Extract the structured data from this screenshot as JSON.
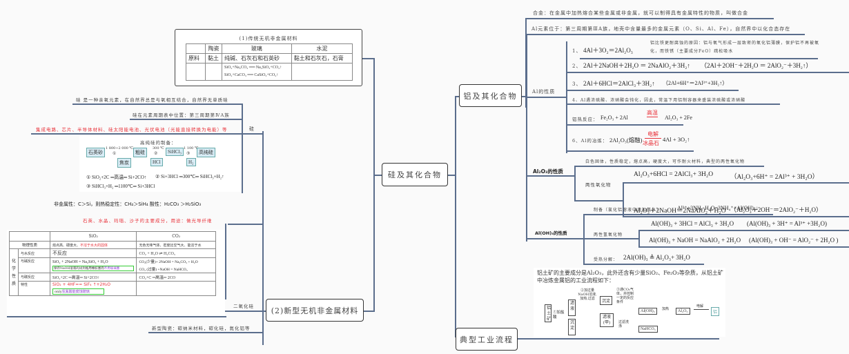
{
  "center_nodes": {
    "silicon": "硅及其化合物",
    "aluminum": "铝及其化合物",
    "new_materials": "(2)新型无机非金属材料",
    "industrial": "典型工业流程"
  },
  "traditional_materials": {
    "title": "(1)传统无机非金属材料",
    "headers": [
      "",
      "陶瓷",
      "玻璃",
      "水泥"
    ],
    "raw_row": [
      "原料",
      "黏土",
      "纯碱、石灰石和石英砂",
      "黏土和石灰石，石膏"
    ],
    "glass_eq1": "SiO₂+Na₂CO₃ ══ Na₂SiO₃+CO₂↑",
    "glass_eq2": "SiO₂+CaCO₃ ══ CaSiO₃+CO₂↑",
    "eq_condition": "高温"
  },
  "silicon": {
    "label": "硅",
    "fact1": "硅 是一种亲氧元素，在自然界总是与氧相互结合，自然界无单质硅",
    "fact2": "硅在元素周期表中位置：第三周期第ⅣA族",
    "uses": "集成电路、芯片、半导体材料、硅太阳能电池、光伏电池（光能直接转换为电能）等",
    "prep_title": "高纯硅的制备：",
    "flow": {
      "quartz": "石英砂",
      "step1_temp": "1 800~2 000 ℃",
      "step1_num": "①",
      "coke": "焦炭",
      "crude_si": "粗硅",
      "step2_temp": "300 ℃",
      "step2_num": "②",
      "hcl": "HCl",
      "sihcl3": "SiHCl₃",
      "step3_temp": "1 100 ℃",
      "step3_num": "③",
      "h2": "H₂",
      "pure_si": "高纯硅"
    },
    "eq1": "① SiO₂+2C ═高温═ Si+2CO↑",
    "eq2": "② Si+3HCl ═300℃═ SiHCl₃+H₂↑",
    "eq3": "③ SiHCl₃+H₂ ═1100℃═ Si+3HCl",
    "nonmetal": "非金属性：C＞Si，则热稳定性：CH₄＞SiH₄  酸性：H₂CO₃ ＞H₂SiO₃"
  },
  "silica": {
    "label": "二氧化硅",
    "note": "石英、水晶、玛瑙、沙子的主要成分，用途：做光导纤维",
    "table": {
      "col_sio2": "SiO₂",
      "col_co2": "CO₂",
      "phys_label": "物理性质",
      "phys_sio2_a": "熔点高、硬度大、",
      "phys_sio2_b": "不溶于水大的固体",
      "phys_co2": "无色无味气体、密度比空气大、能溶于水",
      "chem_label": "化学性质",
      "water_label": "与水反应",
      "water_sio2": "不反应",
      "water_co2": "CO₂ + H₂O ⇌ H₂CO₃",
      "base_label": "与碱反应",
      "base_sio2": "SiO₂ + 2NaOH = Na₂SiO₃ + H₂O",
      "base_note_a": "保存NaOH溶液的试剂瓶用橡胶塞而",
      "base_note_b": "不用玻璃塞",
      "base_co2_1": "CO₂(少量)+ 2NaOH = Na₂CO₃ + H₂O",
      "base_co2_2": "CO₂ (过量) +NaOH = NaHCO₃",
      "carbon_label": "与碳反应",
      "carbon_sio2": "SiO₂+2C ═高温═ Si+2CO↑",
      "carbon_co2": "CO₂+C ═高温═ 2CO",
      "special_label": "特性",
      "special_sio2": "SiO₂ + 4HF== SiF₄ ↑+2H₂O",
      "special_note_a": "only",
      "special_note_b": "氢氟酸能腐蚀玻璃"
    }
  },
  "new_ceramics": "新型陶瓷：碳纳米材料，碳化硅，氮化铝等",
  "aluminum": {
    "alloy": "合金：在金属中加热熔合某些金属或非金属，就可以制得具有金属特性的物质，叫做合金",
    "position": "Al元素位于：第三周期第ⅢA族，地壳中含量最多的金属元素（O、Si、Al、Fe），自然界中以化合态存在",
    "properties_label": "Al的性质",
    "p1_num": "1、",
    "p1_eq": "4Al＋3O₂＝2Al₂O₃",
    "p1_note": "铝比铁更耐腐蚀的原因：铝与氧气形成一层致密的氧化铝薄膜，保护铝不再被氧化，而铁锈（主要成分FeO）疏松吸水",
    "p2_num": "2、",
    "p2_eq": "2Al＋2NaOH＋2H₂O ＝ 2NaAlO₂＋3H₂↑",
    "p2_ion": "（2Al＋2OH⁻＋2H₂O ＝ 2AlO₂⁻＋3H₂↑）",
    "p3_num": "3、",
    "p3_eq": "2Al＋6HCl＝2AlCl₃＋3H₂↑",
    "p3_ion": "（2Al+6H⁺＝2Al³⁺+3H₂↑）",
    "p4": "4、Al遇浓硫酸、浓硝酸会钝化，因此，常温下用铝制容器来盛装浓硫酸或浓硝酸",
    "thermite_label": "铝热反应：",
    "thermite_eq_a": "Fe₂O₃ + 2Al",
    "thermite_cond": "高温",
    "thermite_eq_b": "Al₂O₃ + 2Fe",
    "smelt_label": "6、Al的冶炼：",
    "smelt_eq_a": "2Al₂O₃(熔融)",
    "smelt_cond_top": "电解",
    "smelt_cond_bottom": "冰晶石",
    "smelt_eq_b": "4Al + 3O₂↑"
  },
  "alumina": {
    "label": "Al₂O₃的性质",
    "desc": "白色固体，性质稳定，熔点高，硬度大，可作耐火材料，典型的两性氧化物",
    "amph_label": "两性氧化物",
    "eq1": "Al₂O₃+6HCl = 2AlCl₃+ 3H₂O",
    "eq1_ion": "（Al₂O₃+6H⁺ = 2Al³⁺ + 3H₂O）",
    "eq2": "Al₂O₃＋2NaOH＝2NaAlO₂＋H₂O",
    "eq2_ion": "（Al₂O₃＋2OH⁻＝2AlO₂⁻＋H₂O）"
  },
  "aloh3": {
    "label": "Al(OH)₃的性质",
    "prep_label": "制备（氯化铝溶液中滴加氨水）：",
    "prep_eq": "Al³⁺+3NH₃·H₂O=3NH₄⁺+Al(OH)₃↓",
    "amph_label": "两性氢氧化物",
    "eq1": "Al(OH)₃ + 3HCl = AlCl₃ + 3H₂O",
    "eq1_ion": "(Al(OH)₃ + 3H⁺ = Al³⁺ +3H₂O)",
    "eq2": "Al(OH)₃ + NaOH = NaAlO₂ + 2H₂O",
    "eq2_ion": "(Al(OH)₃ + OH⁻ = AlO₂⁻ + 2H₂O )",
    "decomp_label": "受热分解：",
    "decomp_eq": "2Al(OH)₃ ≜ Al₂O₃+ 3H₂O"
  },
  "process": {
    "text": "铝土矿的主要成分是Al₂O₃，此外还含有少量SiO₂、Fe₂O₃等杂质，从铝土矿中冶炼金属铝的工业流程如下：",
    "bauxite": "铝土矿",
    "step1": "①加盐酸",
    "filtrate": "滤液",
    "precip1": "沉淀",
    "step2": "②加过量NaOH溶液,加热,过滤",
    "precip2": "沉淀",
    "filtrate_a": "滤液(甲)",
    "step3": "③通CO₂气体，并控制一定的反应条件",
    "filter_wash": "过滤洗涤",
    "aloh3": "Al(OH)₃",
    "nahco3": "NaHCO₃",
    "heat": "加热",
    "al2o3": "Al₂O₃",
    "electrolysis": "电解",
    "al": "铝"
  }
}
